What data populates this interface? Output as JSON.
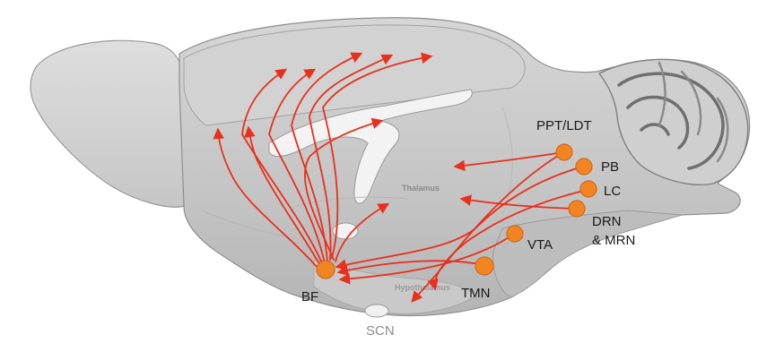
{
  "regions": {
    "thalamus": "Thalamus",
    "hypothalamus": "Hypothalamus"
  },
  "nuclei": {
    "ppt_ldt": "PPT/LDT",
    "pb": "PB",
    "lc": "LC",
    "drn_line1": "DRN",
    "drn_line2": "& MRN",
    "vta": "VTA",
    "tmn": "TMN",
    "bf": "BF",
    "scn": "SCN"
  },
  "colors": {
    "pathway": "#e8301c",
    "nucleus": "#f28522",
    "brain": "#c8c8c8"
  }
}
